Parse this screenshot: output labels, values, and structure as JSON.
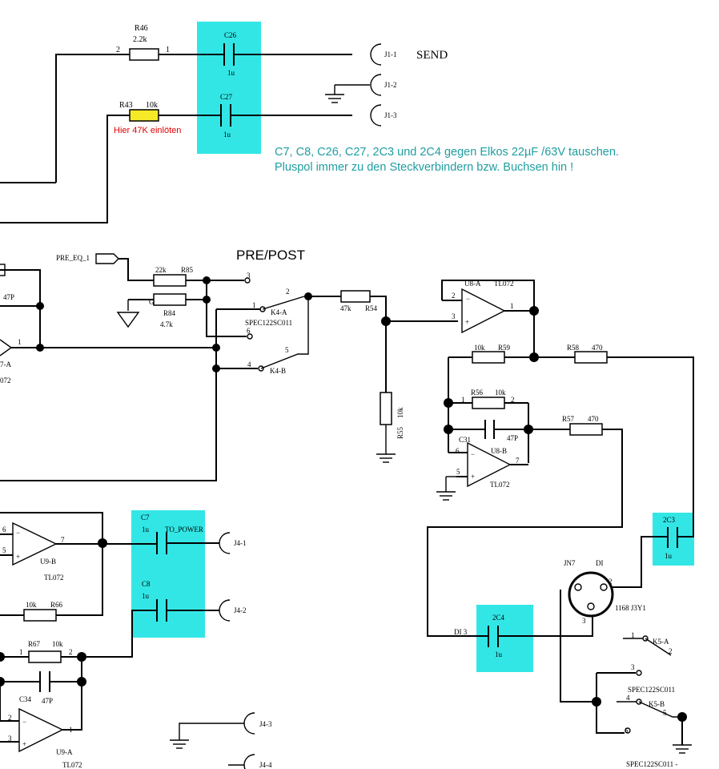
{
  "colors": {
    "highlight": "#33e6e6",
    "note_text": "#1f9ea1",
    "warning_text": "#e00000",
    "resistor_highlight": "#f5e928"
  },
  "top": {
    "r46": {
      "ref": "R46",
      "value": "2.2k",
      "pin1": "1",
      "pin2": "2"
    },
    "c26": {
      "ref": "C26",
      "value": "1u"
    },
    "c27": {
      "ref": "C27",
      "value": "1u"
    },
    "r43": {
      "ref": "R43",
      "value": "10k"
    },
    "r43_note": "Hier 47K einlöten",
    "j1_1": "J1-1",
    "j1_2": "J1-2",
    "j1_3": "J1-3",
    "send": "SEND"
  },
  "note": {
    "line1": "C7, C8, C26, C27, 2C3 und 2C4 gegen Elkos 22µF /63V tauschen.",
    "line2": "Pluspol immer zu den Steckverbindern bzw. Buchsen hin !"
  },
  "mid": {
    "title": "PRE/POST",
    "pre_eq": "PRE_EQ_1",
    "r85": {
      "ref": "R85",
      "value": "22k"
    },
    "r84": {
      "ref": "R84",
      "value": "4.7k"
    },
    "gnd": "GND",
    "k4a": "K4-A",
    "k4b": "K4-B",
    "spec1": "SPEC122SC011",
    "pins": [
      "3",
      "2",
      "1",
      "6",
      "5",
      "4"
    ],
    "r54": {
      "ref": "R54",
      "value": "47k"
    },
    "r55": {
      "ref": "R55",
      "value": "10k"
    },
    "c_47p": "47P",
    "u7a": "7-A",
    "tl072_left": "072",
    "op_pin1": "1"
  },
  "u8": {
    "u8a": "U8-A",
    "tl072a": "TL072",
    "pin2": "2",
    "pin3": "3",
    "pin1": "1",
    "r59": {
      "ref": "R59",
      "value": "10k"
    },
    "r58": {
      "ref": "R58",
      "value": "470"
    },
    "r56": {
      "ref": "R56",
      "value": "10k",
      "pin1": "1",
      "pin2": "2"
    },
    "c31": {
      "ref": "C31",
      "value": "47P"
    },
    "u8b": "U8-B",
    "tl072b": "TL072",
    "pin6": "6",
    "pin5": "5",
    "pin7": "7",
    "r57": {
      "ref": "R57",
      "value": "470"
    }
  },
  "xlr": {
    "c2c3": {
      "ref": "2C3",
      "value": "1u"
    },
    "c2c4": {
      "ref": "2C4",
      "value": "1u"
    },
    "jn7": "JN7",
    "di": "DI",
    "part": "1168 J3Y1",
    "pin2": "2",
    "pin3": "3",
    "di3": "DI 3"
  },
  "k5": {
    "k5a": "K5-A",
    "k5b": "K5-B",
    "spec": "SPEC122SC011",
    "spec2": "SPEC122SC011 -",
    "pins": [
      "1",
      "2",
      "3",
      "4",
      "5",
      "6"
    ]
  },
  "bottom": {
    "pin6": "6",
    "pin5": "5",
    "pin7": "7",
    "u9b": "U9-B",
    "tl072b": "TL072",
    "c7": {
      "ref": "C7",
      "value": "1u",
      "net": "TO_POWER"
    },
    "c8": {
      "ref": "C8",
      "value": "1u"
    },
    "j4_1": "J4-1",
    "j4_2": "J4-2",
    "j4_3": "J4-3",
    "j4_4": "J4-4",
    "r66": {
      "ref": "R66",
      "value": "10k"
    },
    "r67": {
      "ref": "R67",
      "value": "10k",
      "pin1": "1",
      "pin2": "2"
    },
    "c34": {
      "ref": "C34",
      "value": "47P"
    },
    "pin2": "2",
    "pin3": "3",
    "pin1": "1",
    "u9a": "U9-A",
    "tl072a": "TL072"
  }
}
